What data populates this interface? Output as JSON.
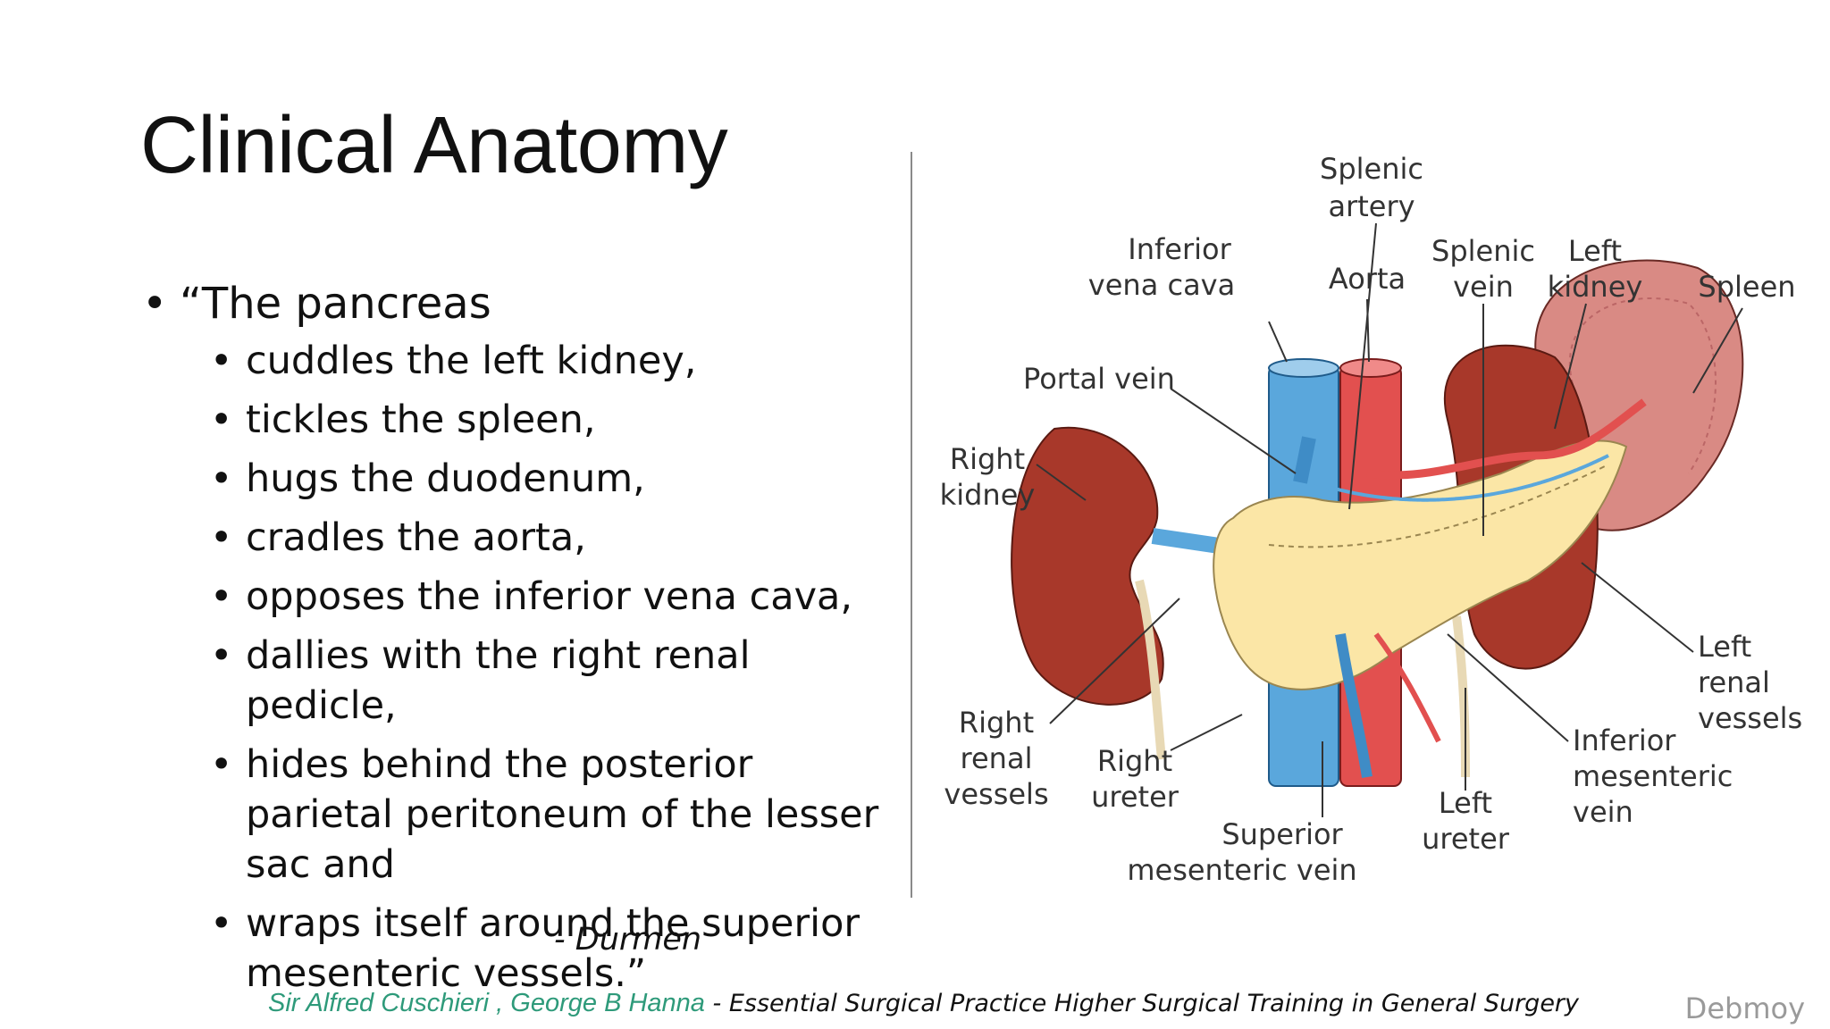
{
  "slide": {
    "title": "Clinical Anatomy",
    "lead": "“The pancreas",
    "points": [
      "cuddles the left kidney,",
      "tickles the spleen,",
      "hugs the duodenum,",
      "cradles the aorta,",
      "opposes the inferior vena cava,",
      "dallies with the right renal pedicle,",
      "hides behind the posterior parietal peritoneum of the lesser sac and",
      "wraps itself around the superior mesenteric vessels.”"
    ],
    "attribution": "- Durmen"
  },
  "citation": {
    "authors": "Sir Alfred Cuschieri , George B Hanna",
    "separator": " - ",
    "work": "Essential Surgical Practice Higher Surgical Training in General Surgery"
  },
  "watermark": "Debmoy",
  "diagram": {
    "labels": {
      "splenic_artery_1": "Splenic",
      "splenic_artery_2": "artery",
      "ivc_1": "Inferior",
      "ivc_2": "vena cava",
      "aorta": "Aorta",
      "splenic_vein_1": "Splenic",
      "splenic_vein_2": "vein",
      "left_kidney_1": "Left",
      "left_kidney_2": "kidney",
      "spleen": "Spleen",
      "portal_vein": "Portal vein",
      "right_kidney_1": "Right",
      "right_kidney_2": "kidney",
      "right_renal_1": "Right",
      "right_renal_2": "renal",
      "right_renal_3": "vessels",
      "right_ureter_1": "Right",
      "right_ureter_2": "ureter",
      "smv_1": "Superior",
      "smv_2": "mesenteric vein",
      "left_ureter_1": "Left",
      "left_ureter_2": "ureter",
      "imv_1": "Inferior",
      "imv_2": "mesenteric",
      "imv_3": "vein",
      "left_renal_1": "Left",
      "left_renal_2": "renal",
      "left_renal_3": "vessels"
    },
    "colors": {
      "kidney": "#a8382a",
      "spleen": "#d98a84",
      "pancreas": "#fbe6a6",
      "vein": "#5aa7dc",
      "artery": "#e2504f"
    }
  }
}
